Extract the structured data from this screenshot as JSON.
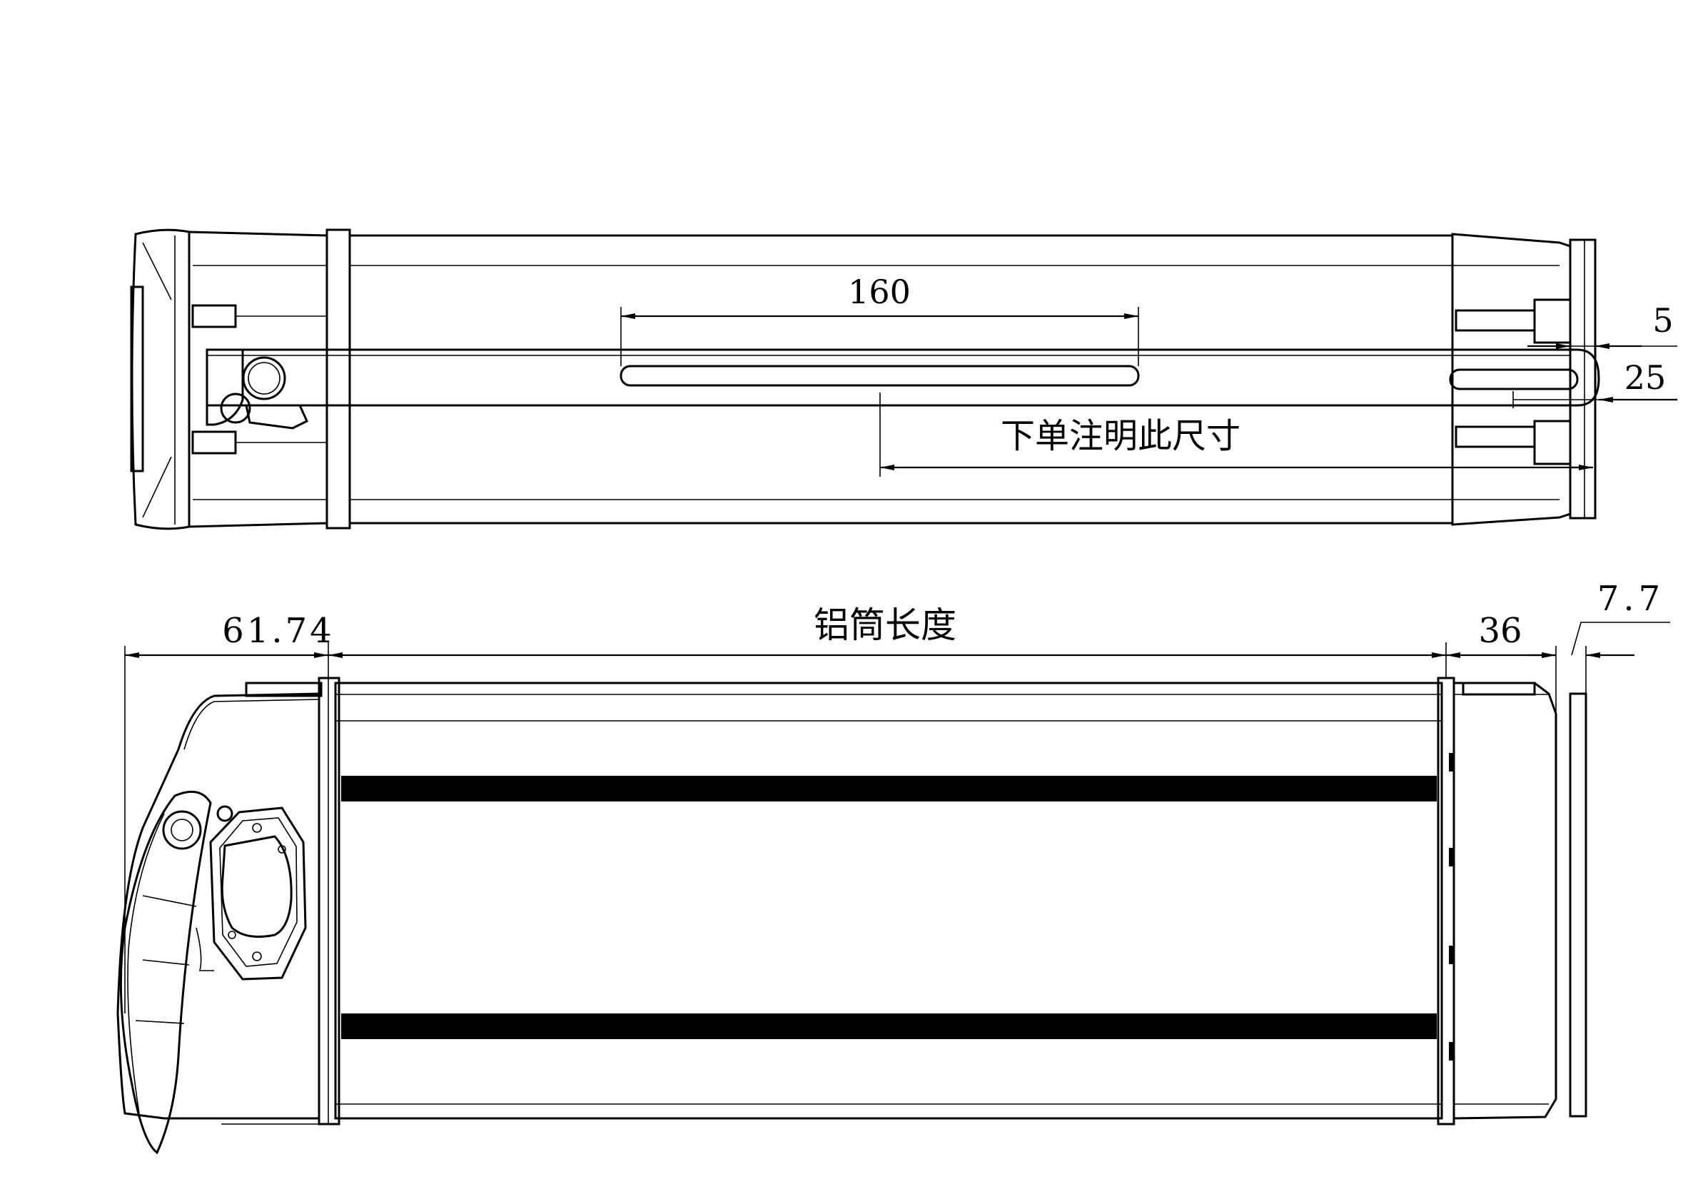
{
  "top_view": {
    "dim_slot_length": "160",
    "dim_edge_offset": "5",
    "dim_slot_offset": "25",
    "note": "下单注明此尺寸"
  },
  "side_view": {
    "dim_left_cap": "61.74",
    "dim_tube_length": "铝筒长度",
    "dim_right_cap": "36",
    "dim_end_plate": "7.7"
  }
}
